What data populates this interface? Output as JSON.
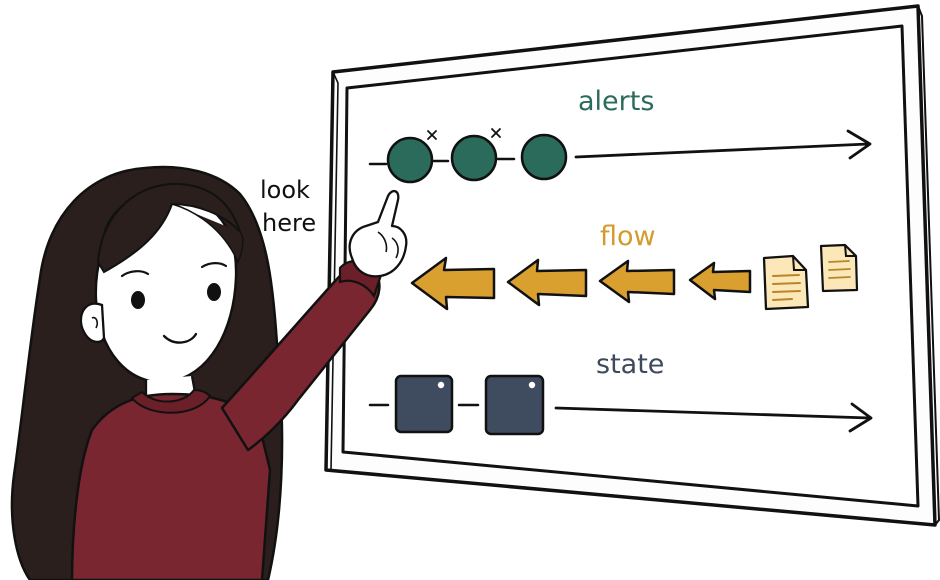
{
  "board": {
    "rows": [
      {
        "label": "alerts",
        "color": "#2a6b5c"
      },
      {
        "label": "flow",
        "color": "#d49b2c"
      },
      {
        "label": "state",
        "color": "#3d4a5c"
      }
    ]
  },
  "callout": {
    "line1": "look",
    "line2": "here"
  },
  "colors": {
    "alerts_node": "#2b6b5b",
    "flow_arrow": "#d9a02f",
    "flow_doc": "#fbe7b8",
    "state_node": "#3f4b5e",
    "sweater": "#7a2631",
    "hair": "#2a1f1d",
    "ink": "#111111"
  },
  "icons": [
    "pointing-hand-icon",
    "document-icon",
    "arrow-left-icon",
    "arrow-right-icon"
  ]
}
